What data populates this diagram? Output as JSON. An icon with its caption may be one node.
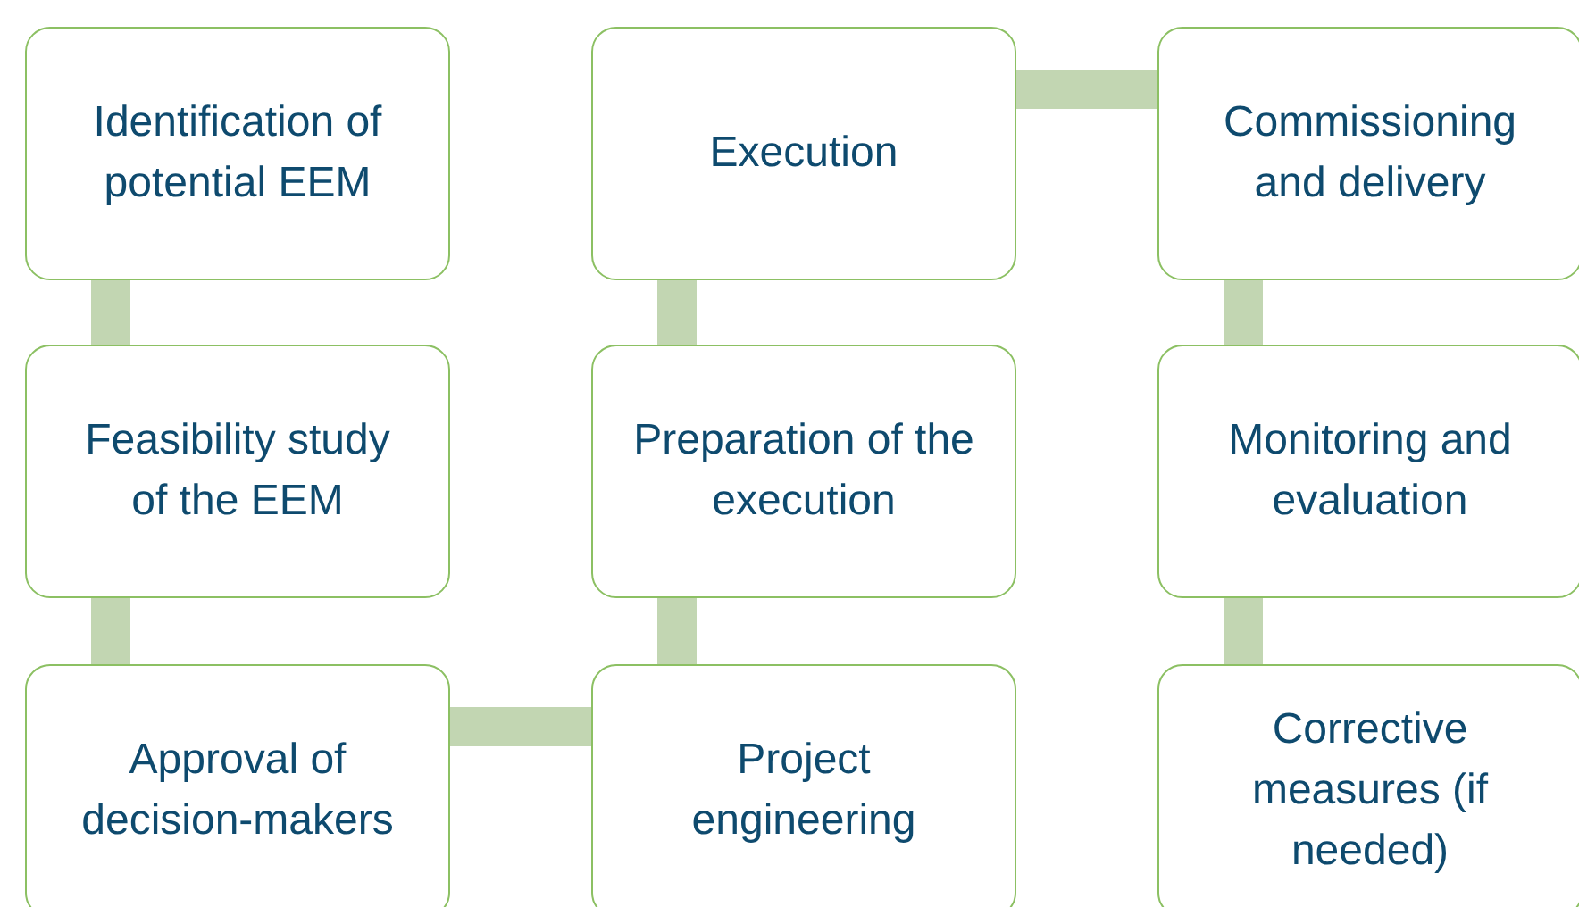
{
  "diagram": {
    "nodes": [
      {
        "text": [
          "Identification of potential EEM"
        ]
      },
      {
        "text": [
          "Execution"
        ]
      },
      {
        "text": [
          "Commissioning and delivery"
        ]
      },
      {
        "text": [
          "Feasibility study of the EEM"
        ]
      },
      {
        "text": [
          "Preparation of the execution"
        ]
      },
      {
        "text": [
          "Monitoring and evaluation"
        ]
      },
      {
        "text": [
          "Approval of decision-makers"
        ]
      },
      {
        "text": [
          "Project engineering"
        ]
      },
      {
        "text": [
          "Corrective measures (if needed)"
        ]
      }
    ],
    "edges": [
      {
        "from": 0,
        "to": 3,
        "arrow": "none"
      },
      {
        "from": 3,
        "to": 6,
        "arrow": "none"
      },
      {
        "from": 6,
        "to": 7,
        "arrow": "none"
      },
      {
        "from": 7,
        "to": 4,
        "arrow": "none"
      },
      {
        "from": 4,
        "to": 1,
        "arrow": "none"
      },
      {
        "from": 1,
        "to": 2,
        "arrow": "none"
      },
      {
        "from": 2,
        "to": 5,
        "arrow": "none"
      },
      {
        "from": 5,
        "to": 8,
        "arrow": "none"
      }
    ]
  }
}
